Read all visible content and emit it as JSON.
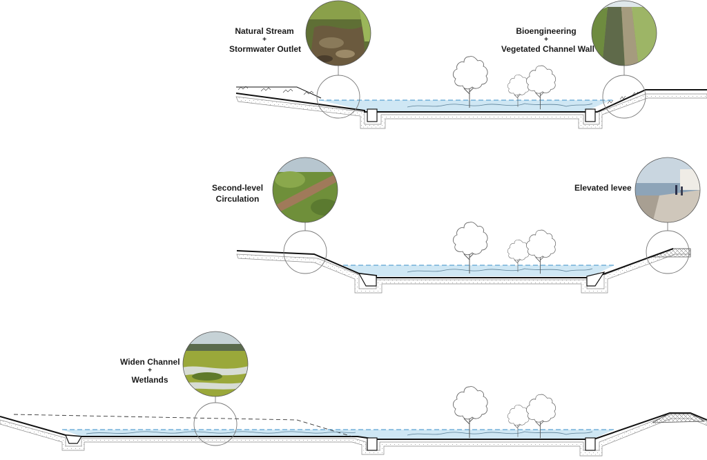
{
  "sections": [
    {
      "callouts": [
        {
          "line1": "Natural Stream",
          "plus": "+",
          "line2": "Stormwater Outlet",
          "photo": "stream-photo"
        },
        {
          "line1": "Bioengineering",
          "plus": "+",
          "line2": "Vegetated Channel Wall",
          "photo": "vegetated-wall-photo"
        }
      ]
    },
    {
      "callouts": [
        {
          "line1": "Second-level",
          "line2": "Circulation",
          "photo": "circulation-photo"
        },
        {
          "line1": "Elevated levee",
          "photo": "levee-photo"
        }
      ]
    },
    {
      "callouts": [
        {
          "line1": "Widen Channel",
          "plus": "+",
          "line2": "Wetlands",
          "photo": "wetlands-photo"
        }
      ]
    }
  ],
  "colors": {
    "water": "#cfe7f4",
    "water_line": "#3a8fc8",
    "ground": "#111111",
    "photo_green": "#6f8f3a",
    "photo_sky": "#c9d6e0"
  }
}
